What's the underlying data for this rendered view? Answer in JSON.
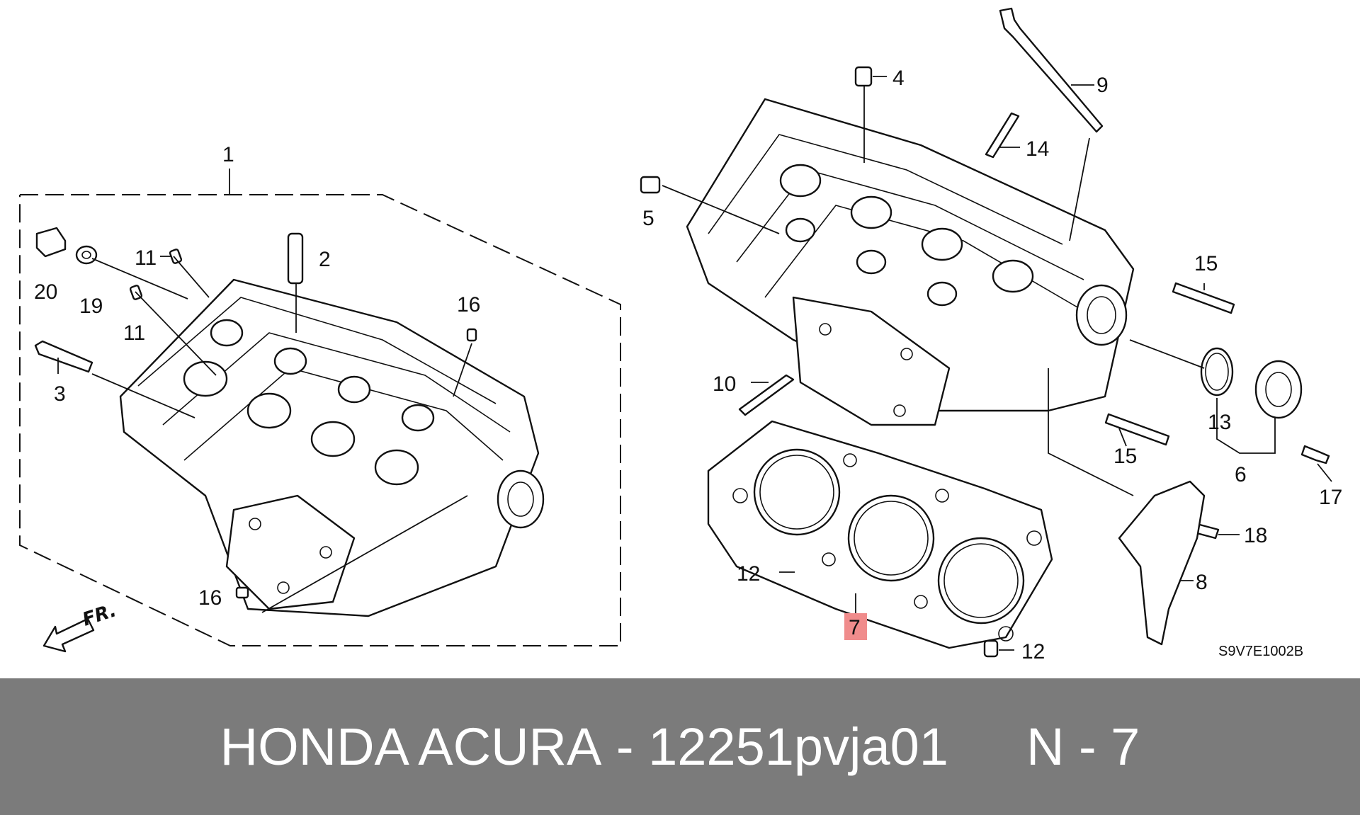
{
  "callouts": {
    "c1": "1",
    "c2": "2",
    "c3": "3",
    "c4": "4",
    "c5": "5",
    "c6": "6",
    "c7": "7",
    "c8": "8",
    "c9": "9",
    "c10": "10",
    "c11a": "11",
    "c11b": "11",
    "c12a": "12",
    "c12b": "12",
    "c13": "13",
    "c14": "14",
    "c15a": "15",
    "c15b": "15",
    "c16a": "16",
    "c16b": "16",
    "c17": "17",
    "c18": "18",
    "c19": "19",
    "c20": "20"
  },
  "direction_label": "FR.",
  "diagram_code": "S9V7E1002B",
  "highlight_color": "#f08c8c",
  "footer": {
    "brand": "HONDA ACURA",
    "separator": "-",
    "part_number": "12251pvja01",
    "ref": "N - 7"
  }
}
